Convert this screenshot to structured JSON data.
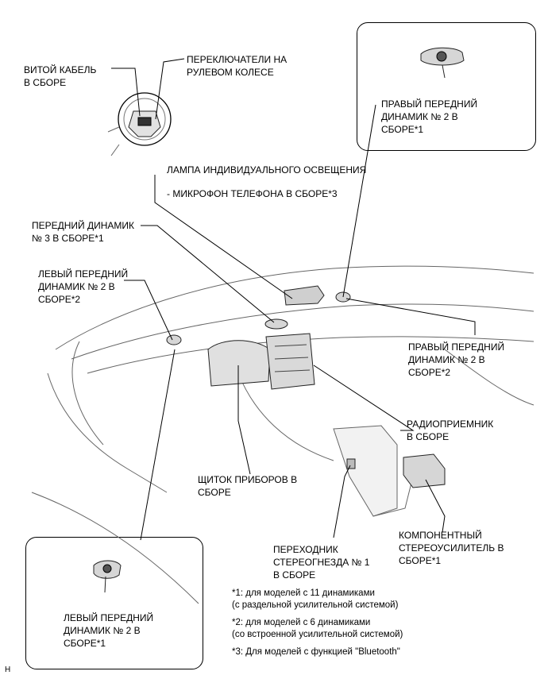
{
  "labels": {
    "spiral_cable": "ВИТОЙ КАБЕЛЬ\nВ СБОРЕ",
    "steering_switches": "ПЕРЕКЛЮЧАТЕЛИ НА\nРУЛЕВОМ КОЛЕСЕ",
    "right_speaker2_box": "ПРАВЫЙ ПЕРЕДНИЙ\nДИНАМИК № 2 В\nСБОРЕ*1",
    "lamp": "ЛАМПА ИНДИВИДУАЛЬНОГО ОСВЕЩЕНИЯ",
    "microphone": "- МИКРОФОН ТЕЛЕФОНА В СБОРЕ*3",
    "front_speaker3": "ПЕРЕДНИЙ ДИНАМИК\n№ 3 В СБОРЕ*1",
    "left_speaker2_star2": "ЛЕВЫЙ ПЕРЕДНИЙ\nДИНАМИК № 2 В\nСБОРЕ*2",
    "right_speaker2_star2": "ПРАВЫЙ ПЕРЕДНИЙ\nДИНАМИК № 2 В\nСБОРЕ*2",
    "radio": "РАДИОПРИЕМНИК\nВ СБОРЕ",
    "meter": "ЩИТОК ПРИБОРОВ В\nСБОРЕ",
    "amplifier": "КОМПОНЕНТНЫЙ\nСТЕРЕОУСИЛИТЕЛЬ В\nСБОРЕ*1",
    "jack_adapter": "ПЕРЕХОДНИК\nСТЕРЕОГНЕЗДА № 1\nВ СБОРЕ",
    "left_speaker2_box": "ЛЕВЫЙ ПЕРЕДНИЙ\nДИНАМИК № 2 В\nСБОРЕ*1"
  },
  "notes": {
    "n1": "*1: для моделей с 11 динамиками\n(с раздельной усилительной системой)",
    "n2": "*2: для моделей с 6 динамиками\n(со встроенной усилительной системой)",
    "n3": "*3: Для моделей с функцией \"Bluetooth\""
  },
  "corner_mark": "H"
}
